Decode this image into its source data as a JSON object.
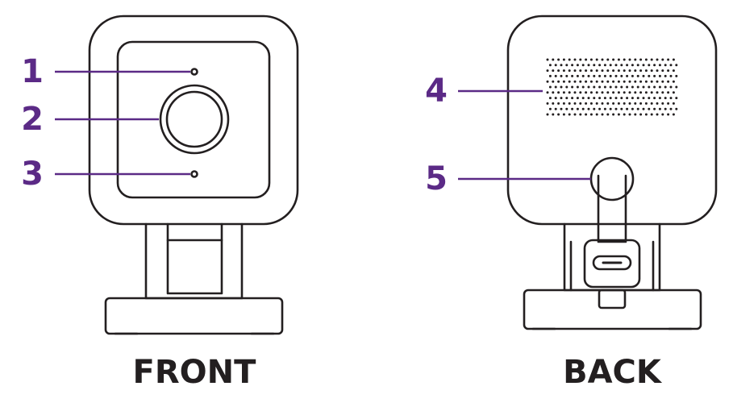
{
  "colors": {
    "accent": "#5b2a86",
    "outline": "#231f20",
    "background": "#ffffff"
  },
  "callouts": [
    {
      "number": "1"
    },
    {
      "number": "2"
    },
    {
      "number": "3"
    },
    {
      "number": "4"
    },
    {
      "number": "5"
    }
  ],
  "views": {
    "front": "FRONT",
    "back": "BACK"
  }
}
